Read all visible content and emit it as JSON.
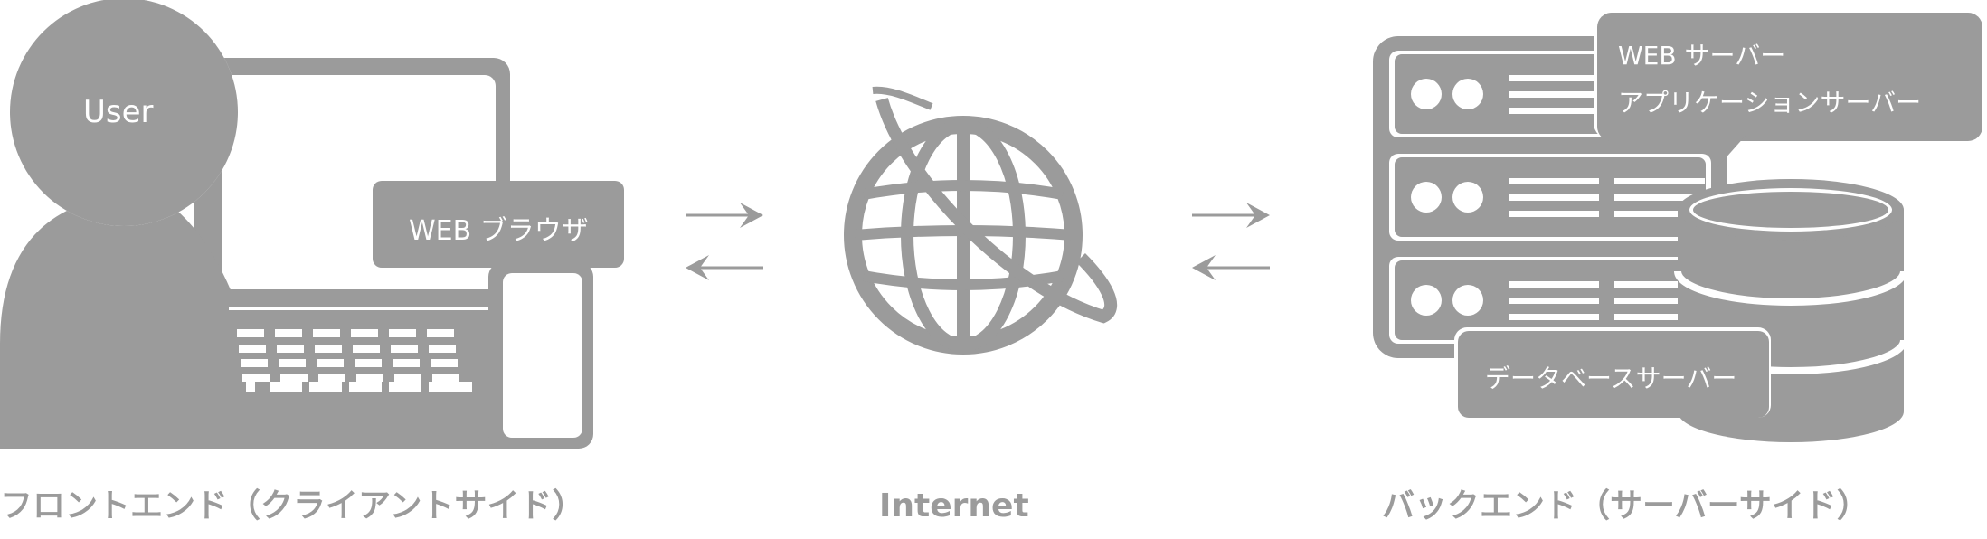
{
  "frontend": {
    "user_label": "User",
    "browser_label": "WEB ブラウザ",
    "caption": "フロントエンド（クライアントサイド）"
  },
  "internet": {
    "caption": "Internet"
  },
  "backend": {
    "web_server_label": "WEB サーバー",
    "app_server_label": "アプリケーションサーバー",
    "db_server_label": "データベースサーバー",
    "caption": "バックエンド（サーバーサイド）"
  },
  "colors": {
    "primary": "#9b9b9b",
    "background": "#ffffff"
  }
}
